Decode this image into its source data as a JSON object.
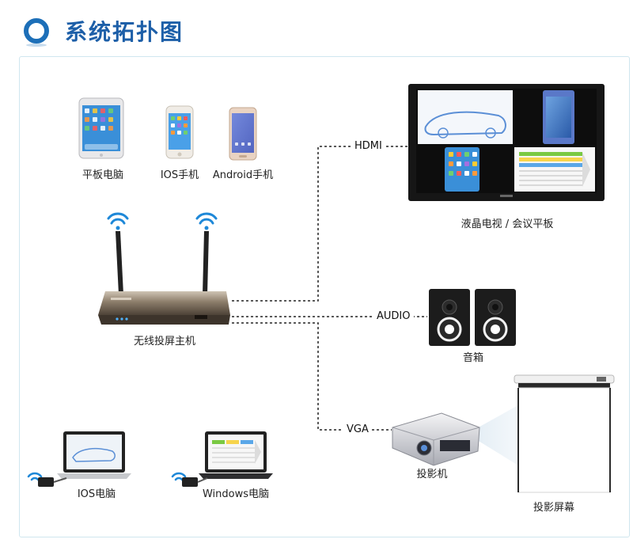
{
  "title": "系统拓扑图",
  "devices": {
    "tablet": "平板电脑",
    "ios_phone": "IOS手机",
    "android_phone": "Android手机",
    "host": "无线投屏主机",
    "tv": "液晶电视 / 会议平板",
    "speakers": "音箱",
    "projector": "投影机",
    "screen": "投影屏幕",
    "ios_pc": "IOS电脑",
    "windows_pc": "Windows电脑"
  },
  "connections": {
    "hdmi": "HDMI",
    "audio": "AUDIO",
    "vga": "VGA"
  },
  "colors": {
    "title": "#1d5fa8",
    "ring": "#1d6fb8",
    "wifi": "#1e88d8",
    "frame": "#cfe6ef"
  },
  "icons": [
    "ring-icon",
    "wifi-icon",
    "router-icon",
    "tablet-icon",
    "phone-icon",
    "tv-icon",
    "speaker-icon",
    "projector-icon",
    "screen-icon",
    "laptop-icon",
    "dongle-icon"
  ]
}
